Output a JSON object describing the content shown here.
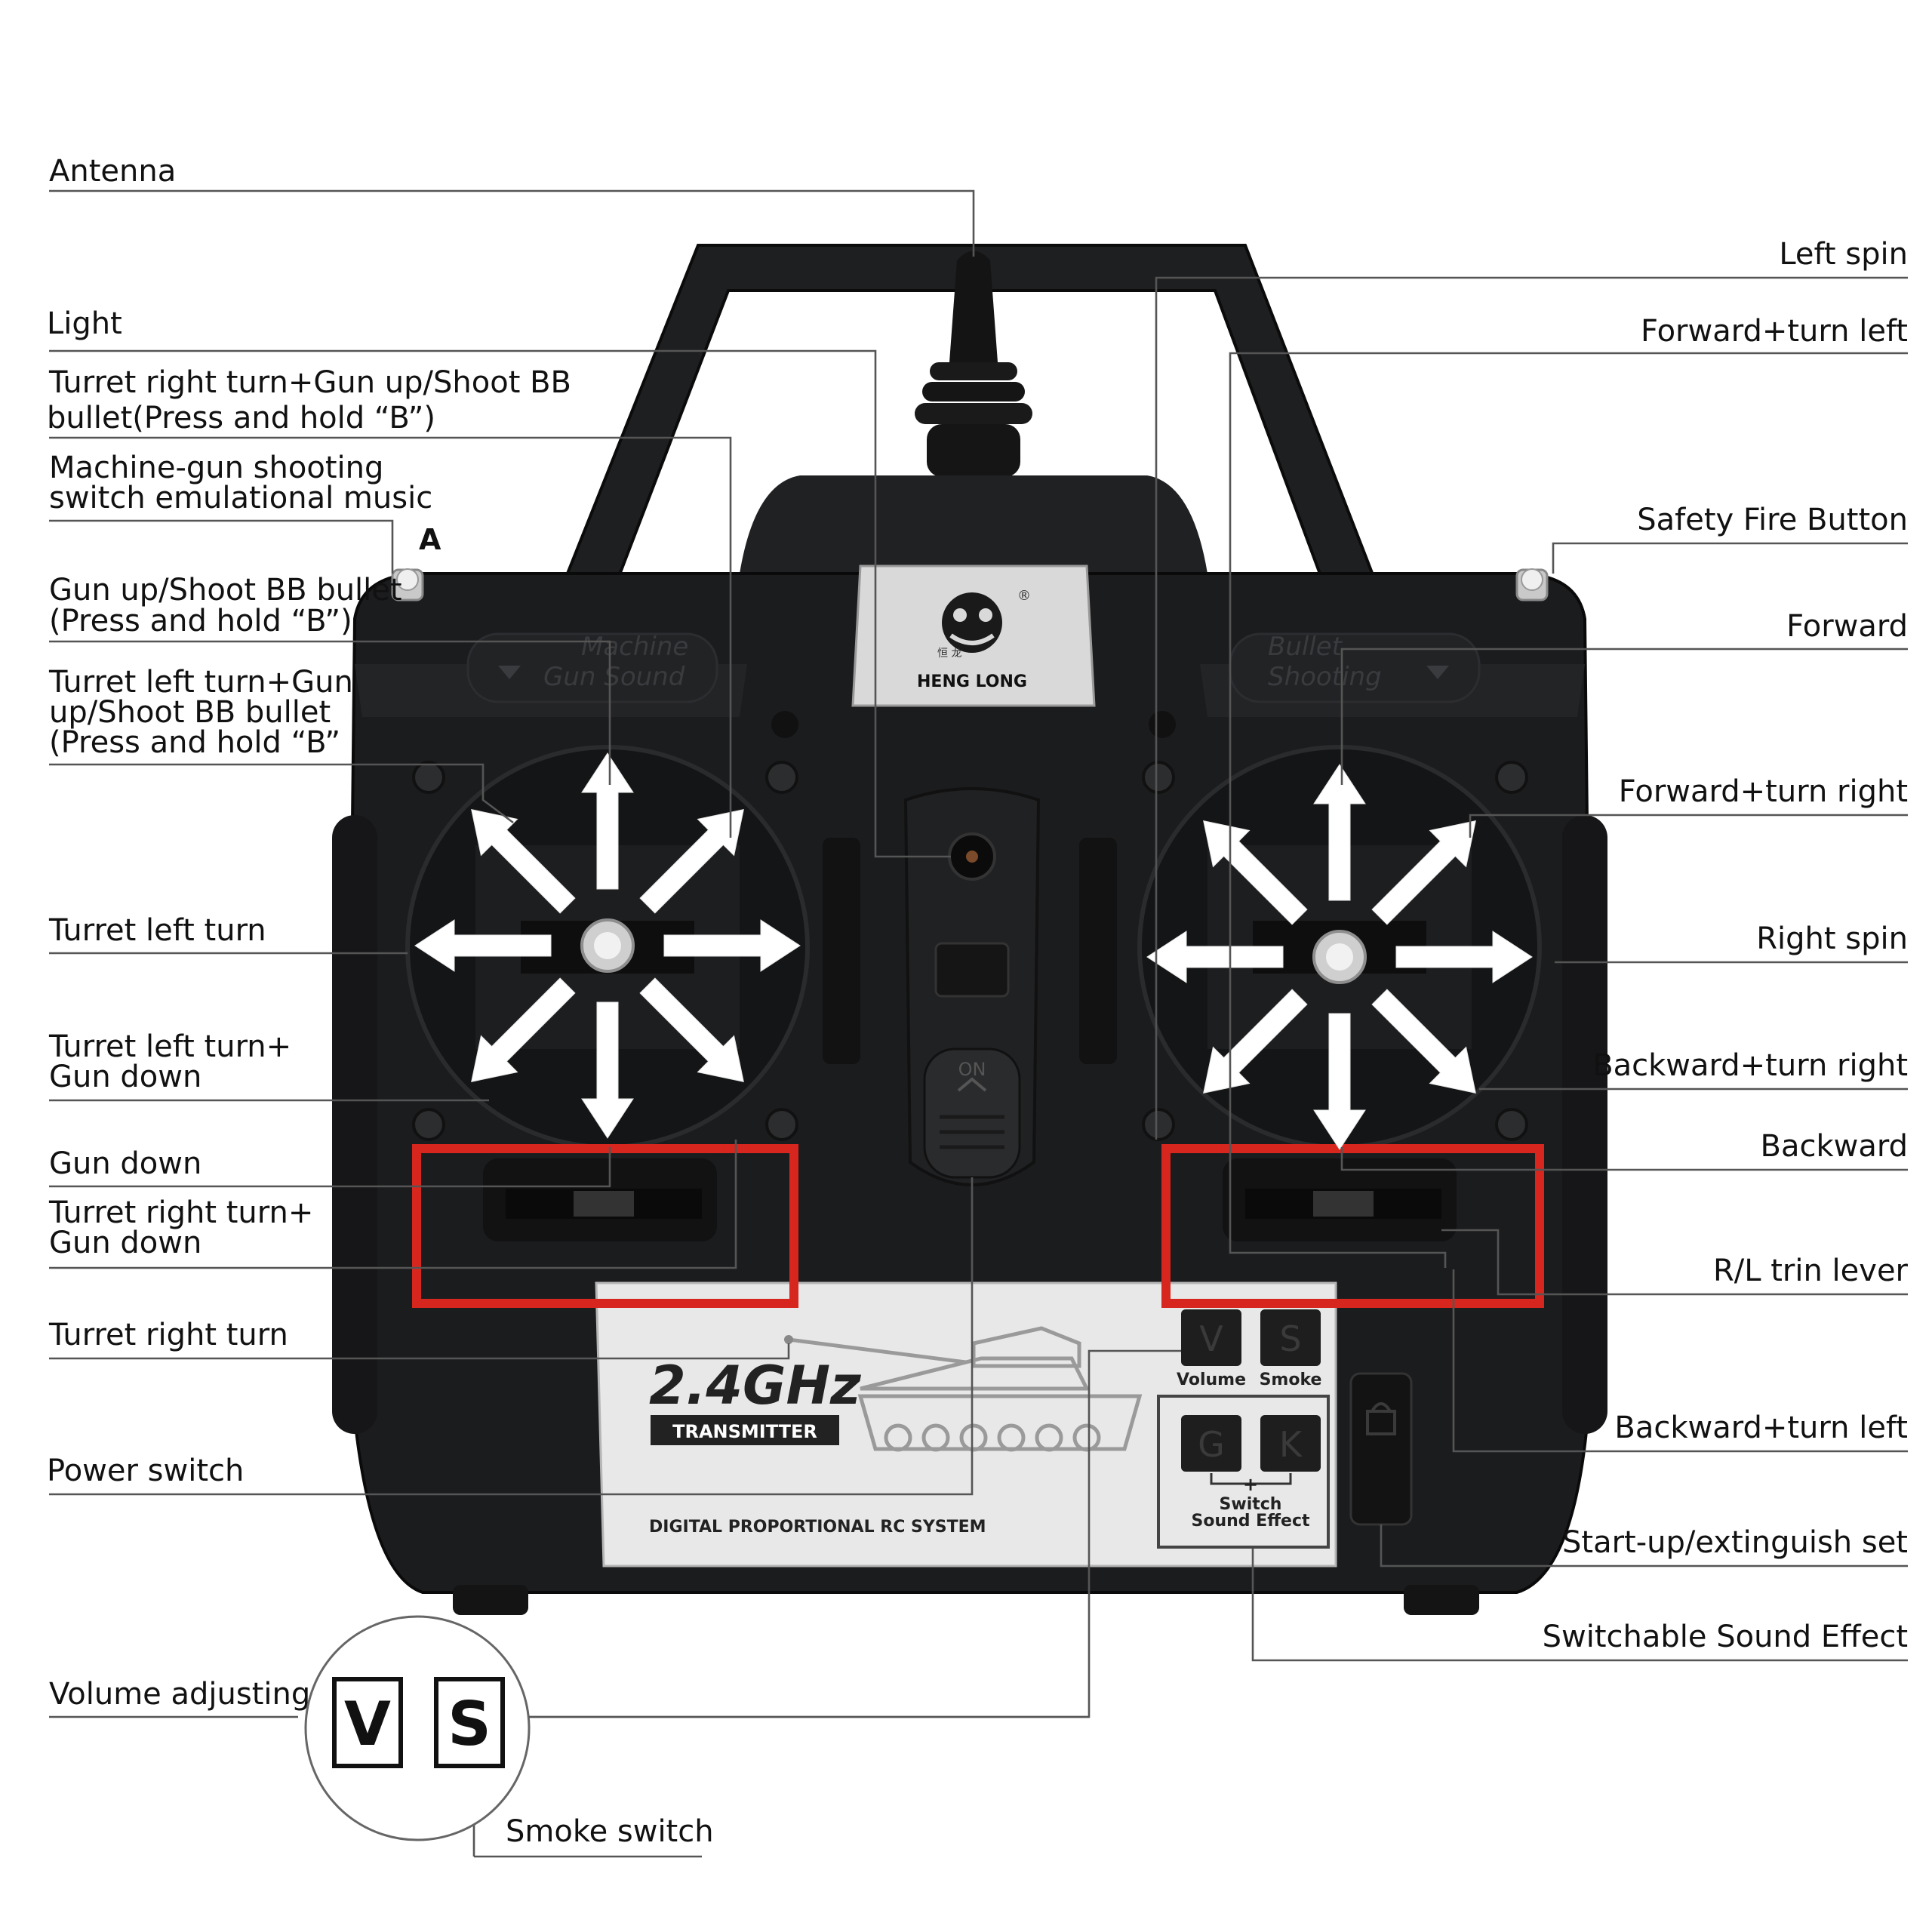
{
  "labels_left": {
    "antenna": "Antenna",
    "light": "Light",
    "turret_right_gun_up_1": "Turret right turn+Gun up/Shoot BB",
    "turret_right_gun_up_2": "bullet(Press and hold “B”)",
    "machine_gun_1": "Machine-gun shooting",
    "machine_gun_2": "switch emulational music",
    "gun_up_1": "Gun up/Shoot BB bullet",
    "gun_up_2": "(Press and hold “B”)",
    "turret_left_gun_up_1": "Turret left turn+Gun",
    "turret_left_gun_up_2": "up/Shoot BB bullet",
    "turret_left_gun_up_3": "(Press and hold “B”",
    "turret_left_turn": "Turret left turn",
    "turret_left_gun_down_1": "Turret left turn+",
    "turret_left_gun_down_2": "Gun down",
    "gun_down": "Gun down",
    "turret_right_gun_down_1": "Turret right turn+",
    "turret_right_gun_down_2": "Gun down",
    "turret_right_turn": "Turret right turn",
    "power_switch": "Power switch",
    "volume_adjusting": "Volume adjusting",
    "smoke_switch": "Smoke switch"
  },
  "labels_right": {
    "left_spin": "Left spin",
    "forward_turn_left": "Forward+turn left",
    "safety_fire_button": "Safety Fire Button",
    "forward": "Forward",
    "forward_turn_right": "Forward+turn right",
    "right_spin": "Right spin",
    "backward_turn_right": "Backward+turn right",
    "backward": "Backward",
    "rl_trim_lever": "R/L trin lever",
    "backward_turn_left": "Backward+turn left",
    "startup_extinguish": "Start-up/extinguish set",
    "switchable_sound": "Switchable Sound Effect"
  },
  "device": {
    "switch_a_letter": "A",
    "brand_name": "HENG LONG",
    "brand_chinese": "恒 龙",
    "registered_mark": "®",
    "left_emboss_1": "Machine",
    "left_emboss_2": "Gun Sound",
    "right_emboss_1": "Bullet",
    "right_emboss_2": "Shooting",
    "power_on": "ON",
    "frequency": "2.4GHz",
    "transmitter": "TRANSMITTER",
    "system": "DIGITAL PROPORTIONAL RC SYSTEM",
    "btn_v": "V",
    "btn_s": "S",
    "btn_g": "G",
    "btn_k": "K",
    "volume": "Volume",
    "smoke": "Smoke",
    "plus": "+",
    "switch_1": "Switch",
    "switch_2": "Sound Effect"
  },
  "inset": {
    "v_key": "V",
    "s_key": "S"
  },
  "colors": {
    "body": "#1b1c1e",
    "highlight_box": "#d7261e",
    "leader_line": "#555555",
    "panel": "#e8e8e8"
  },
  "icons": [
    "antenna-icon",
    "direction-arrow-icon",
    "heng-long-dragon-logo",
    "tank-icon",
    "lock-icon"
  ]
}
